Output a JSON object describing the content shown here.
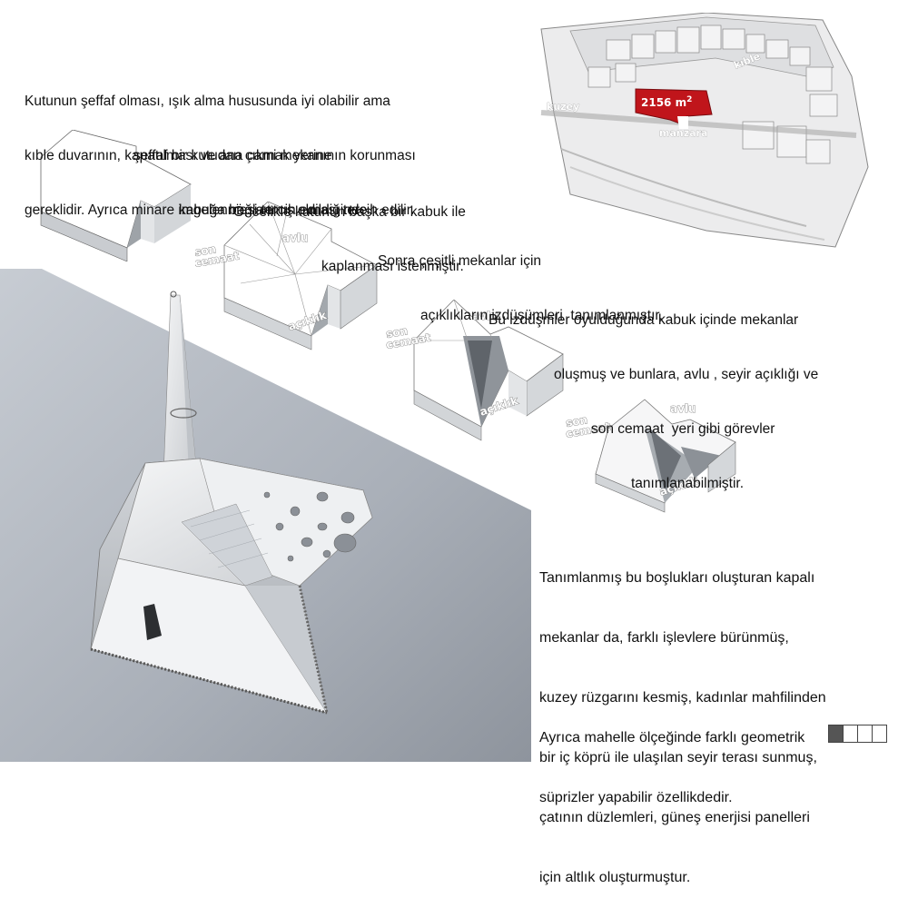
{
  "intro_text": [
    "Kutunun şeffaf olması, ışık alma hususunda iyi olabilir ama",
    "kıble duvarının, kapatılması ve ana cami mekanının korunması",
    "gereklidir. Ayrıca minare imgelenmesi tercih edildiğinde"
  ],
  "intro_text_2": [
    "şeffaf bir kutudan çıkmak yerine",
    "kabuğa bağlanmış olması tercih edilir."
  ],
  "step1_text": [
    "Öncelikle kutunun başka bir kabuk ile",
    "kaplanması istenmiştir."
  ],
  "step2_text": [
    "Sonra çeşitli mekanlar için",
    "açıklıkların izdüşümleri  tanımlanmıştır."
  ],
  "step3_text": [
    "Bu izdüşmler oyulduğunda kabuk içinde mekanlar",
    "oluşmuş ve bunlara, avlu , seyir açıklığı ve",
    "son cemaat  yeri gibi görevler",
    "tanımlanabilmiştir."
  ],
  "bottom_text": [
    "Tanımlanmış bu boşlukları oluşturan kapalı",
    "mekanlar da, farklı işlevlere bürünmüş,",
    "kuzey rüzgarını kesmiş, kadınlar mahfilinden",
    "bir iç köprü ile ulaşılan seyir terası sunmuş,",
    "çatının düzlemleri, güneş enerjisi panelleri",
    "için altlık oluşturmuştur."
  ],
  "closing_text": [
    "Ayrıca mahelle ölçeğinde farklı geometrik",
    "süprizler yapabilir özellikdedir."
  ],
  "site_plan": {
    "area": "2156 m",
    "area_sup": "2",
    "north_label": "kuzey",
    "qibla_label": "kıble",
    "view_label": "manzara"
  },
  "diagram_labels": {
    "avlu": "avlu",
    "son": "son",
    "cemaat": "cemaat",
    "aciklik": "açıklık"
  },
  "colors": {
    "site_red": "#c0151b",
    "render_sky": "#a7adb6",
    "nav_active": "#555555"
  },
  "page_nav": {
    "total": 4,
    "active": 1
  }
}
